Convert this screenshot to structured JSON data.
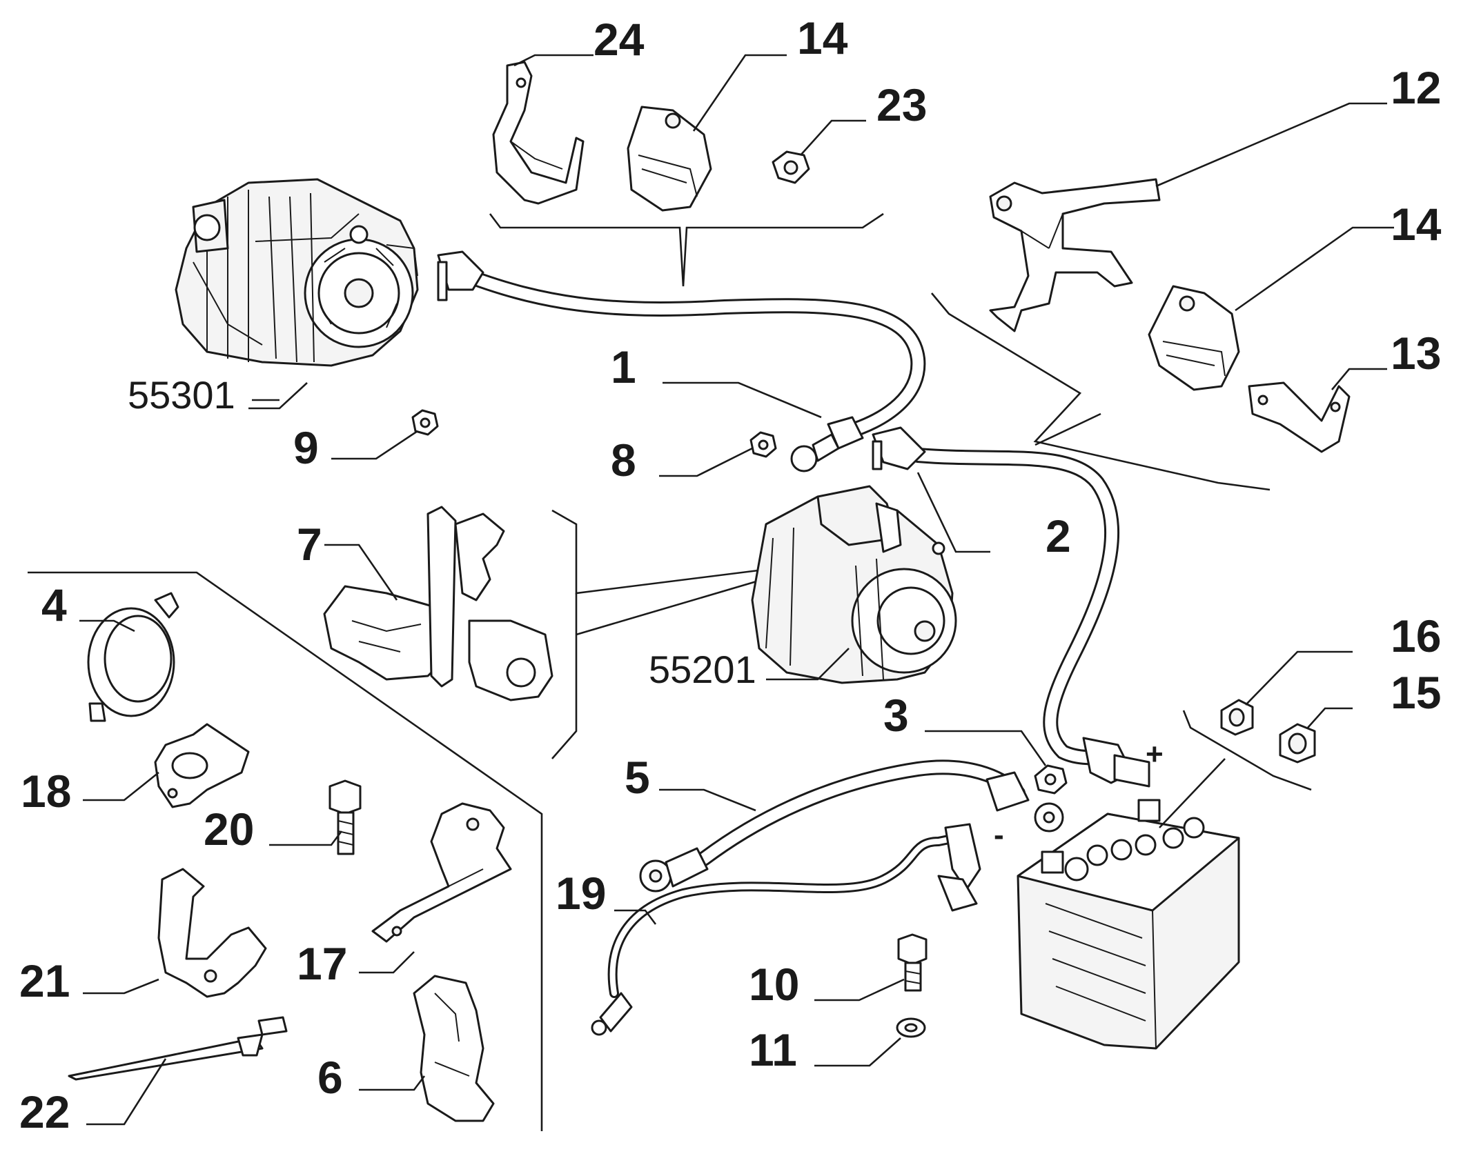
{
  "diagram": {
    "labels": {
      "p1": "1",
      "p2": "2",
      "p3": "3",
      "p4": "4",
      "p5": "5",
      "p6": "6",
      "p7": "7",
      "p8": "8",
      "p9": "9",
      "p10": "10",
      "p11": "11",
      "p12": "12",
      "p13": "13",
      "p14a": "14",
      "p14b": "14",
      "p15": "15",
      "p16": "16",
      "p17": "17",
      "p18": "18",
      "p19": "19",
      "p20": "20",
      "p21": "21",
      "p22": "22",
      "p23": "23",
      "p24": "24",
      "alternator": "55301",
      "starter": "55201"
    },
    "terminal_signs": {
      "positive": "+",
      "negative": "-"
    }
  }
}
